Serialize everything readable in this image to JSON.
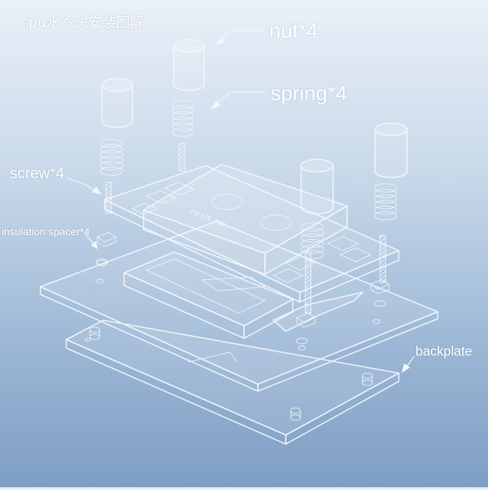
{
  "title": "cpu水冷头安装图解",
  "labels": {
    "nut": "nut*4",
    "spring": "spring*4",
    "screw": "screw*4",
    "insulation_spacer": "insulation spacer*4",
    "backplate": "backplate",
    "brand": "FREEZE MOD"
  }
}
